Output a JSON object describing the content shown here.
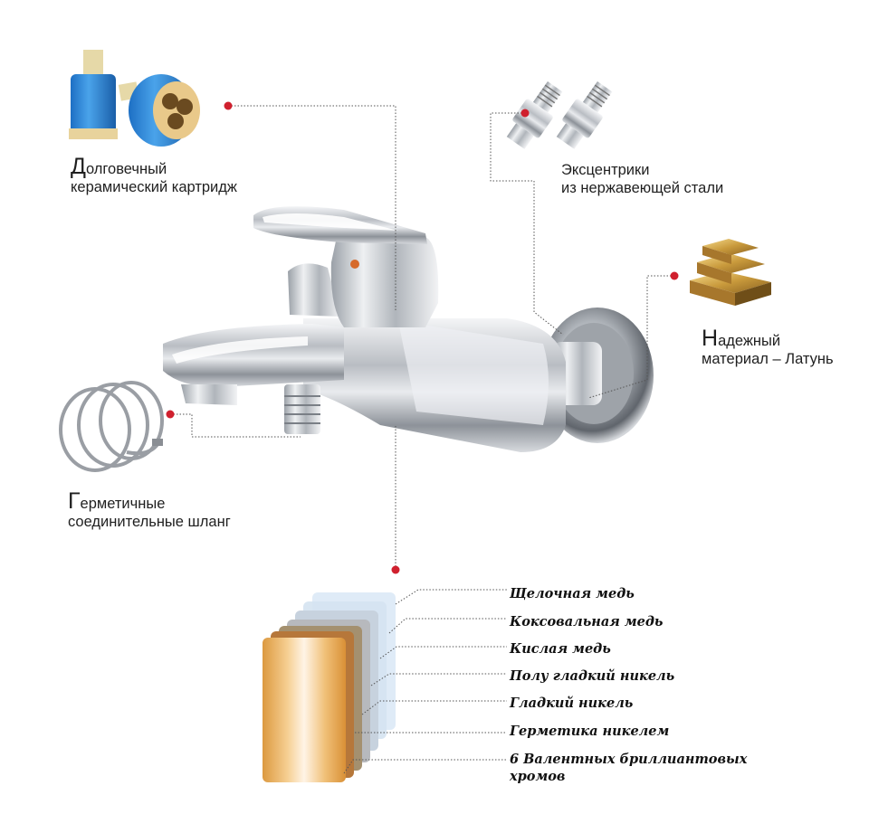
{
  "features": {
    "cartridge": {
      "cap": "Д",
      "rest": "олговечный",
      "line2": "керамический картридж"
    },
    "eccentrics": {
      "line1": "Эксцентрики",
      "line2": "из нержавеющей стали"
    },
    "material": {
      "cap": "Н",
      "rest": "адежный",
      "line2": "материал – Латунь"
    },
    "hose": {
      "cap": "Г",
      "rest": "ерметичные",
      "line2": "соединительные шланг"
    }
  },
  "plating_layers": [
    "Щелочная медь",
    "Коксовальная медь",
    "Кислая медь",
    "Полу гладкий никель",
    "Гладкий никель",
    "Герметика никелем",
    "6 Валентных бриллиантовых",
    "хромов"
  ],
  "colors": {
    "accent_dot": "#d0202e",
    "leader_line": "#555555",
    "chrome": "#b8bcc2",
    "copper": "#c8894a"
  }
}
